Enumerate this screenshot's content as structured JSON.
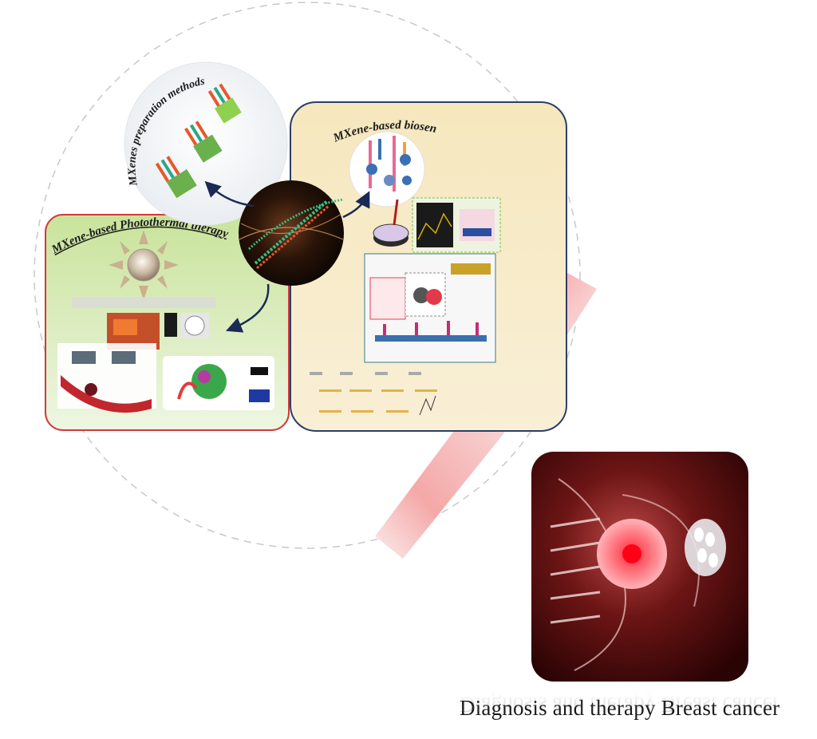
{
  "panels": {
    "preparation": {
      "title": "MXenes preparation methods"
    },
    "photothermal": {
      "title": "MXene-based Photothermal therapy"
    },
    "biosensors": {
      "title": "MXene-based biosensors"
    }
  },
  "footer": {
    "caption": "Diagnosis and therapy Breast cancer"
  },
  "colors": {
    "photothermal_border": "#d23a3a",
    "biosensor_border": "#2a3f66",
    "biosensor_fill": "#f7ecc9",
    "photothermal_fill": "#cfe6a8",
    "arrow": "#1a2a55",
    "ribbon": "#f08a8a",
    "tile_dark": "#3a0608"
  }
}
